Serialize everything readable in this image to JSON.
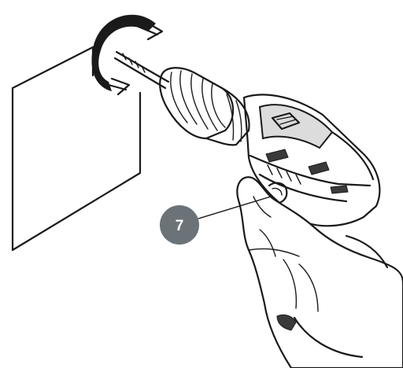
{
  "callout": {
    "number": "7",
    "fill_color": "#6b7378",
    "text_color": "#ffffff"
  },
  "illustration": {
    "objects": [
      "wall-panel",
      "rotation-arrow",
      "drill-bit",
      "chuck",
      "drill-body",
      "trigger",
      "hand"
    ],
    "line_color": "#1a1a1a"
  }
}
